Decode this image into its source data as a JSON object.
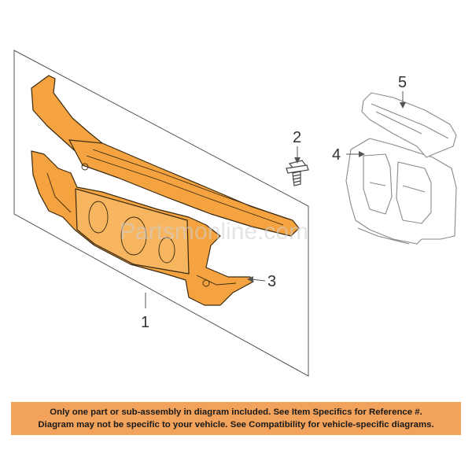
{
  "diagram": {
    "watermark": "Partsmonline.com",
    "callouts": [
      {
        "id": "1",
        "label": "1"
      },
      {
        "id": "2",
        "label": "2"
      },
      {
        "id": "3",
        "label": "3"
      },
      {
        "id": "4",
        "label": "4"
      },
      {
        "id": "5",
        "label": "5"
      }
    ],
    "colors": {
      "part_fill": "#f4a340",
      "part_stroke": "#3a2a10",
      "line": "#555555",
      "ghost_stroke": "#8a8a8a",
      "banner": "#f2a25a"
    }
  },
  "disclaimer": {
    "line1": "Only one part or sub-assembly in diagram included. See Item Specifics for Reference #.",
    "line2": "Diagram may not be specific to your vehicle. See Compatibility for vehicle-specific diagrams."
  }
}
